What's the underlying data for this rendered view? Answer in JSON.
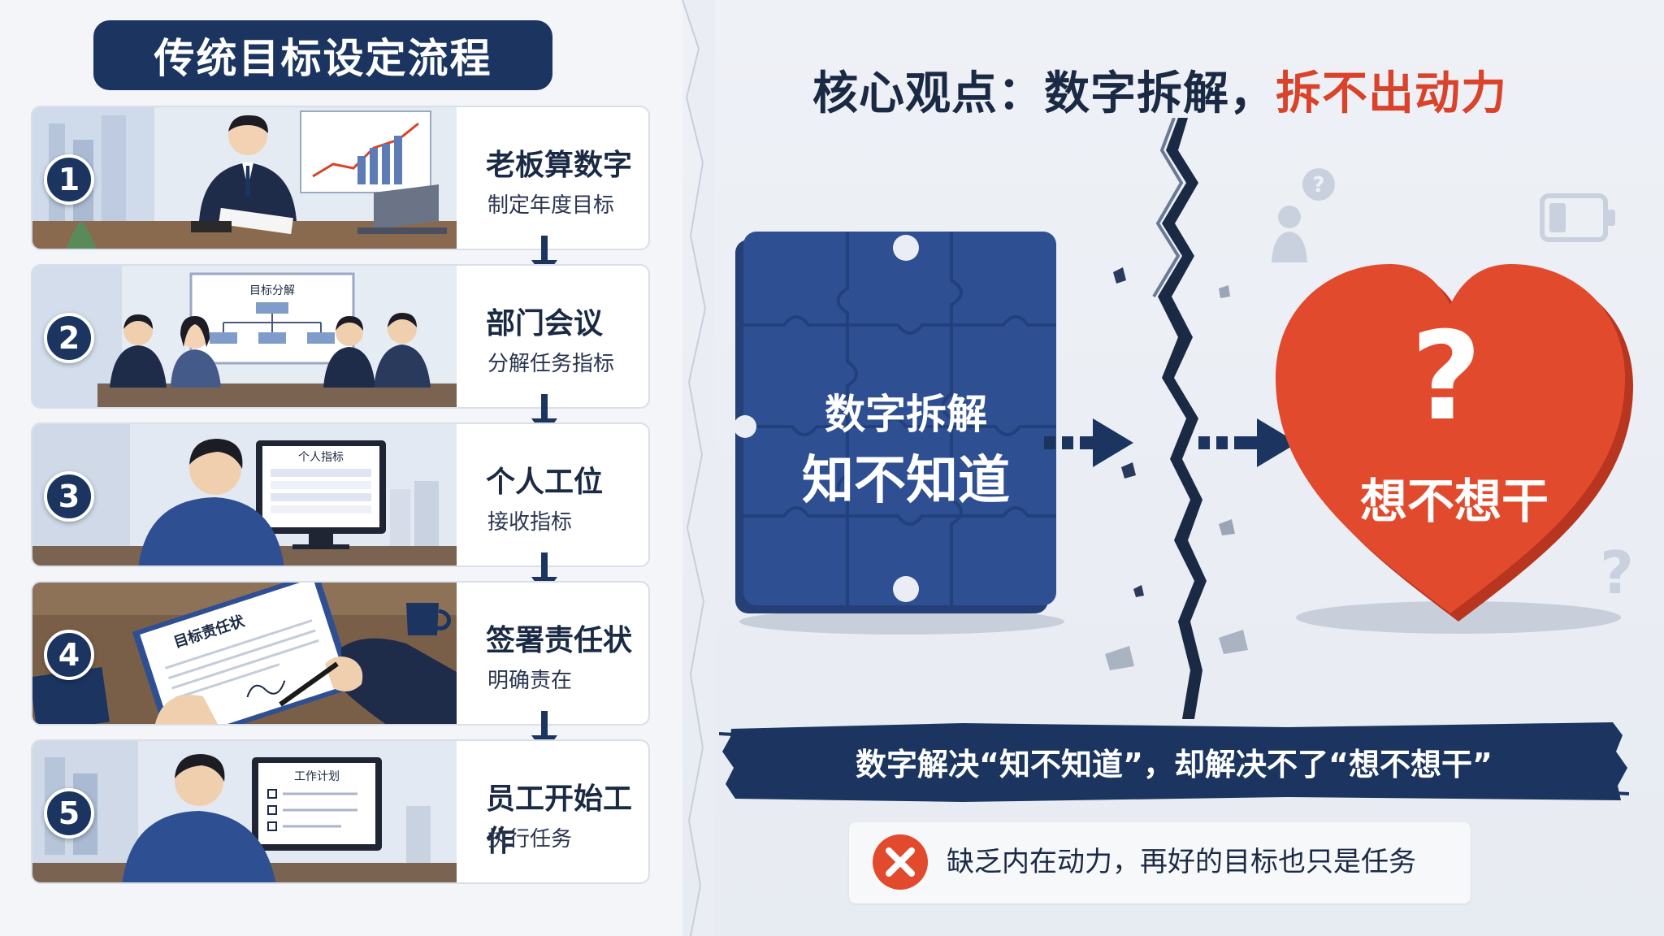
{
  "left_panel": {
    "title": "传统目标设定流程",
    "steps": [
      {
        "number": "1",
        "title": "老板算数字",
        "subtitle": "制定年度目标",
        "scene_label": ""
      },
      {
        "number": "2",
        "title": "部门会议",
        "subtitle": "分解任务指标",
        "scene_label": "目标分解"
      },
      {
        "number": "3",
        "title": "个人工位",
        "subtitle": "接收指标",
        "scene_label": "个人指标"
      },
      {
        "number": "4",
        "title": "签署责任状",
        "subtitle": "明确责在",
        "scene_label": "目标责任状"
      },
      {
        "number": "5",
        "title": "员工开始工作",
        "subtitle": "执行任务",
        "scene_label": "工作计划"
      }
    ]
  },
  "right_panel": {
    "title_part1": "核心观点：数字拆解，",
    "title_part2": "拆不出动力",
    "puzzle_label_line1": "数字拆解",
    "puzzle_label_line2": "知不知道",
    "heart_label": "想不想干",
    "heart_symbol": "?",
    "banner_text": "数字解决“知不知道”，却解决不了“想不想干”",
    "note_text": "缺乏内在动力，再好的目标也只是任务"
  },
  "colors": {
    "navy": "#1b3560",
    "red": "#d9432a",
    "puzzle_blue": "#2f4f93",
    "heart_red": "#e24a2e"
  },
  "icons": [
    "down-arrow-icon",
    "puzzle-icon",
    "heart-icon",
    "crack-icon",
    "user-question-icon",
    "battery-low-icon",
    "question-icon",
    "close-circle-icon"
  ]
}
